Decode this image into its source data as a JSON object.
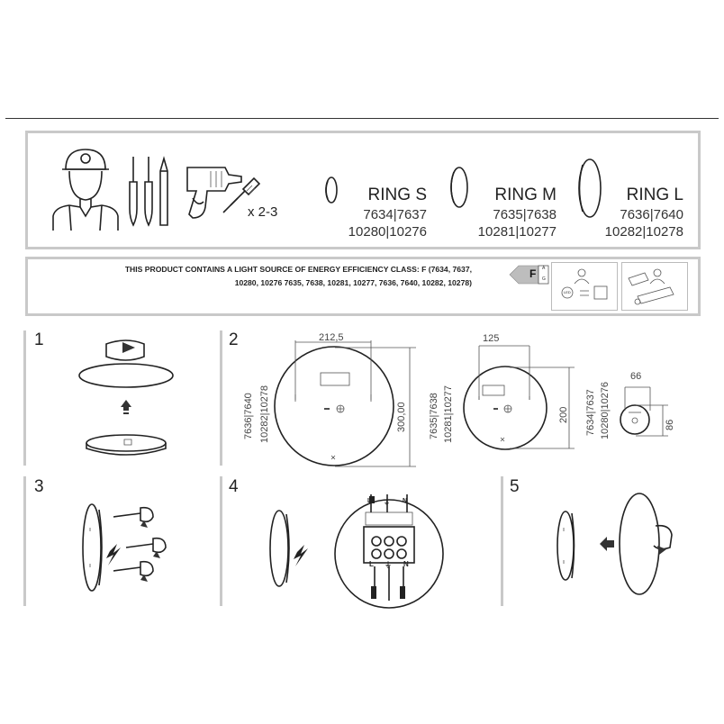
{
  "models": [
    {
      "name": "RING S",
      "codes_line1": "7634|7637",
      "codes_line2": "10280|10276"
    },
    {
      "name": "RING M",
      "codes_line1": "7635|7638",
      "codes_line2": "10281|10277"
    },
    {
      "name": "RING L",
      "codes_line1": "7636|7640",
      "codes_line2": "10282|10278"
    }
  ],
  "tools": {
    "quantity_label": "x 2-3"
  },
  "energy": {
    "notice_line1": "THIS PRODUCT CONTAINS A LIGHT SOURCE OF ENERGY EFFICIENCY CLASS: F (7634, 7637,",
    "notice_line2": "10280, 10276 7635, 7638, 10281, 10277, 7636, 7640, 10282, 10278)",
    "class_letter": "F",
    "scale_top": "A",
    "scale_bottom": "G",
    "led_label": "LED"
  },
  "steps": [
    {
      "number": "1"
    },
    {
      "number": "2"
    },
    {
      "number": "3"
    },
    {
      "number": "4"
    },
    {
      "number": "5"
    }
  ],
  "dimensions": {
    "large": {
      "width": "212,5",
      "height": "300,00",
      "codes_a": "7636|7640",
      "codes_b": "10282|10278"
    },
    "medium": {
      "width": "125",
      "height": "200",
      "codes_a": "7635|7638",
      "codes_b": "10281|10277"
    },
    "small": {
      "width": "66",
      "height": "86",
      "codes_a": "7634|7637",
      "codes_b": "10280|10276"
    }
  },
  "terminal": {
    "live": "L",
    "earth": "⏚",
    "neutral": "N"
  }
}
